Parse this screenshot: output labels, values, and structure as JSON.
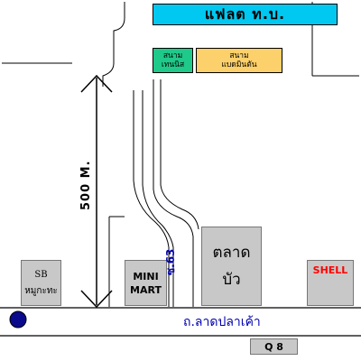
{
  "places": {
    "flat": "แฟลต ท.บ.",
    "tennis": [
      "สนาม",
      "เทนนิส"
    ],
    "badminton": [
      "สนาม",
      "แบดมินตัน"
    ],
    "sb": [
      "SB",
      "หมูกะทะ"
    ],
    "minimart": [
      "MINI",
      "MART"
    ],
    "market": [
      "ตลาด",
      "บัว"
    ],
    "shell": "SHELL",
    "q8": "Q 8"
  },
  "labels": {
    "road": "ถ.ลาดปลาเค้า",
    "soi": "ซ.63",
    "distance": "500 M."
  },
  "colors": {
    "flat": "#00c8f0",
    "tennis": "#1fc98a",
    "badminton": "#fcd06a",
    "building": "#c8c8c8",
    "road_text": "#0000b0",
    "shell_text": "#ff0000",
    "marker": "#0a0a8c"
  }
}
